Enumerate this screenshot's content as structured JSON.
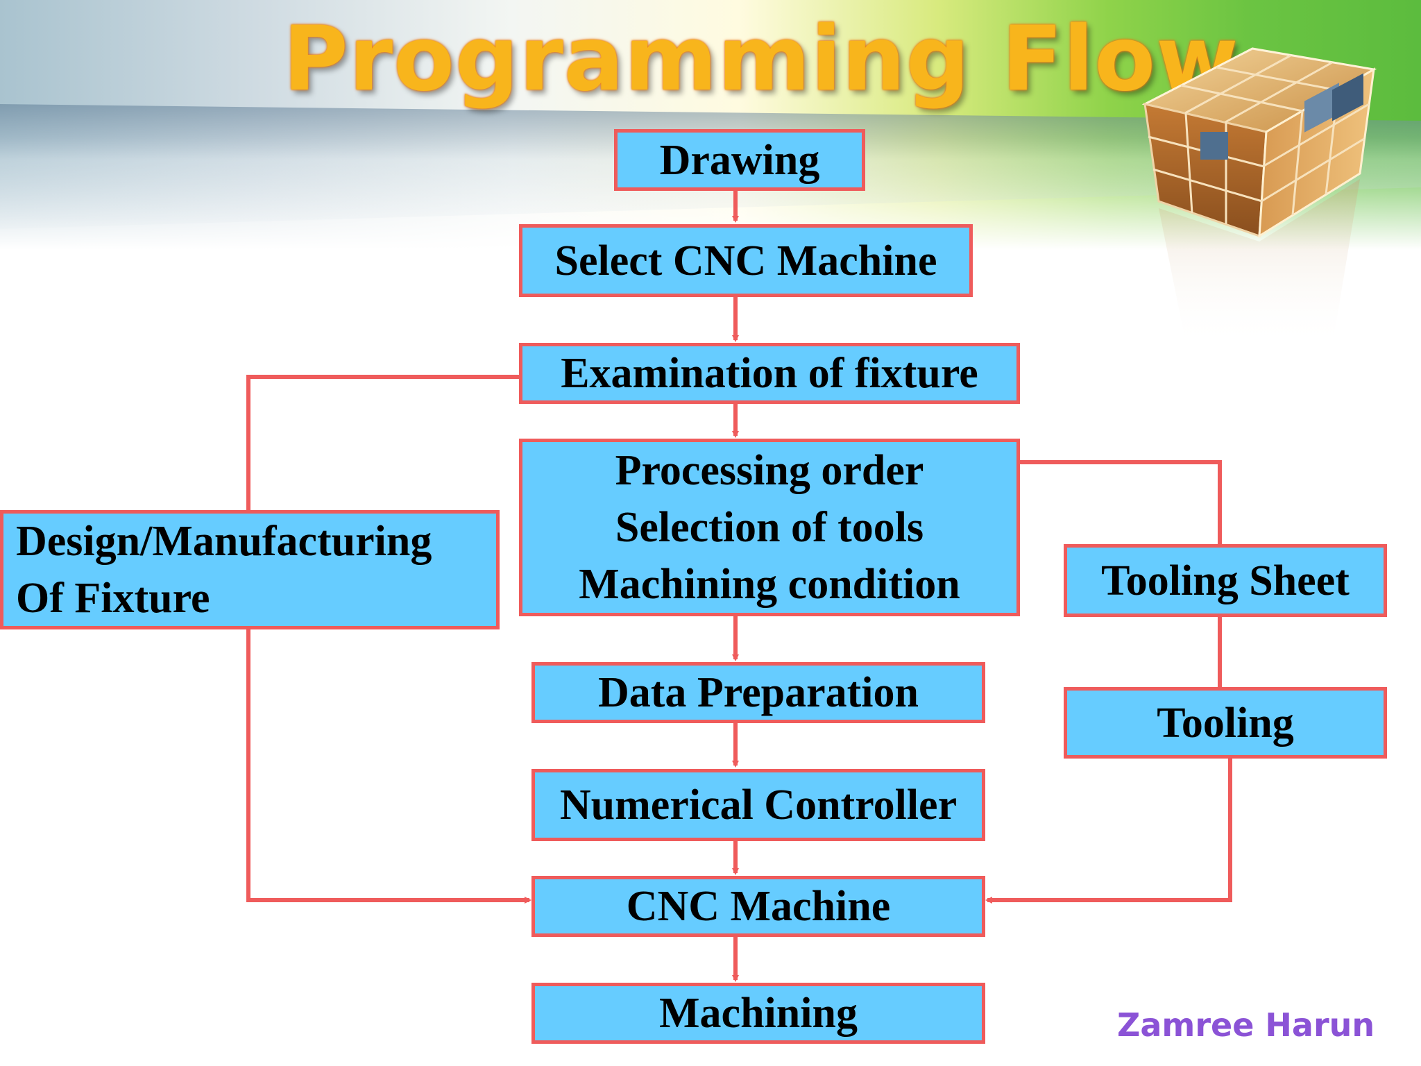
{
  "slide": {
    "title": "Programming Flow",
    "author": "Zamree Harun"
  },
  "nodes": {
    "drawing": "Drawing",
    "select_machine": "Select CNC Machine",
    "examination": "Examination of fixture",
    "processing": [
      "Processing order",
      "Selection of tools",
      "Machining condition"
    ],
    "design_fixture": [
      "Design/Manufacturing",
      "Of Fixture"
    ],
    "tooling_sheet": "Tooling Sheet",
    "tooling": "Tooling",
    "data_preparation": "Data Preparation",
    "numerical_controller": "Numerical Controller",
    "cnc_machine": "CNC Machine",
    "machining": "Machining"
  },
  "colors": {
    "box_fill": "#66ccff",
    "box_border": "#ef5b5b",
    "connector": "#ef5b5b",
    "title": "#f8b51c",
    "author": "#8b53d6"
  }
}
